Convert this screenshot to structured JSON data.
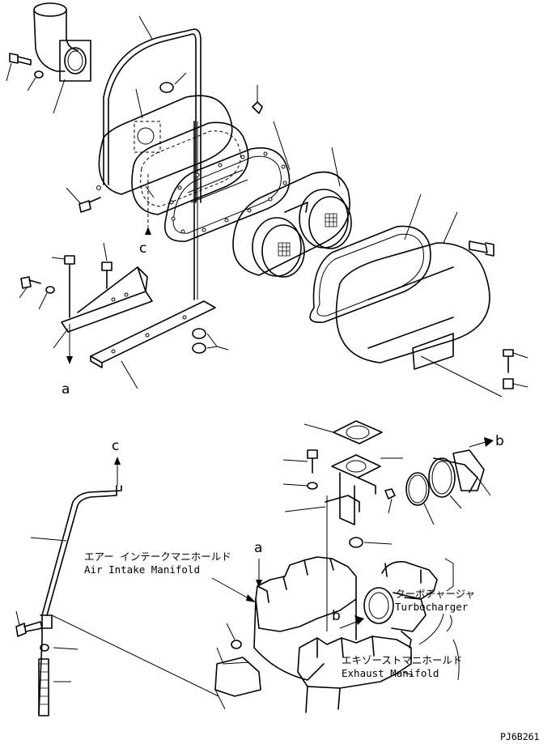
{
  "labels": {
    "air_intake_jp": "エアー インテークマニホールド",
    "air_intake_en": "Air Intake Manifold",
    "turbo_jp": "ターボチャージャ",
    "turbo_en": "Turbocharger",
    "exhaust_jp": "エキゾーストマニホールド",
    "exhaust_en": "Exhaust Manifold"
  },
  "refs": {
    "c_top": "c",
    "a_top": "a",
    "c_bottom": "c",
    "b_right": "b",
    "a_bottom": "a",
    "b_bottom": "b"
  },
  "drawing_number": "PJ6B261",
  "colors": {
    "ink": "#000000",
    "paper": "#ffffff"
  }
}
